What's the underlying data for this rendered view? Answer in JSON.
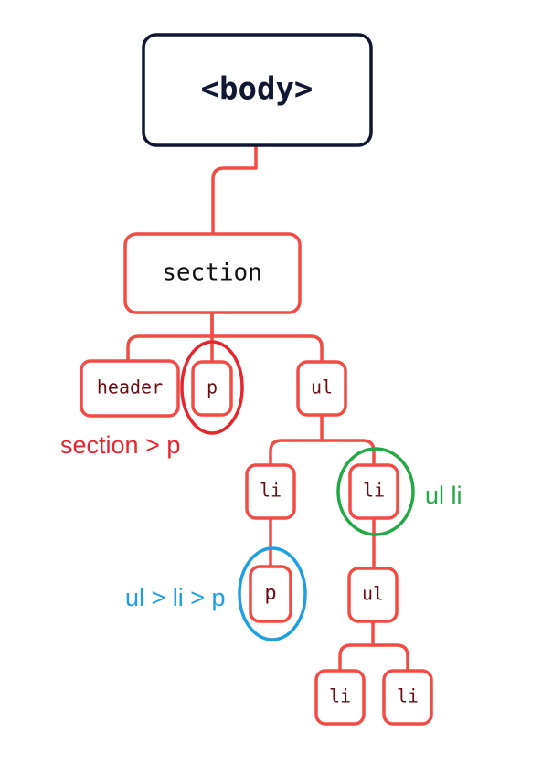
{
  "diagram": {
    "nodes": {
      "body": {
        "label": "<body>"
      },
      "section": {
        "label": "section"
      },
      "header": {
        "label": "header"
      },
      "p_section": {
        "label": "p"
      },
      "ul_top": {
        "label": "ul"
      },
      "li_left": {
        "label": "li"
      },
      "li_right": {
        "label": "li"
      },
      "p_li": {
        "label": "p"
      },
      "ul_nested": {
        "label": "ul"
      },
      "li_nested_1": {
        "label": "li"
      },
      "li_nested_2": {
        "label": "li"
      }
    },
    "annotations": {
      "section_child_p": {
        "text": "section > p",
        "color": "#e8252f"
      },
      "ul_descendant_li": {
        "text": "ul li",
        "color": "#22a845"
      },
      "ul_child_li_child_p": {
        "text": "ul > li > p",
        "color": "#1f9ee0"
      }
    },
    "colors": {
      "root_border": "#0f1733",
      "root_text": "#0f1733",
      "node_border": "#f24b45",
      "edge": "#f24b45",
      "node_text": "#6a0e14",
      "section_text": "#111111"
    }
  }
}
